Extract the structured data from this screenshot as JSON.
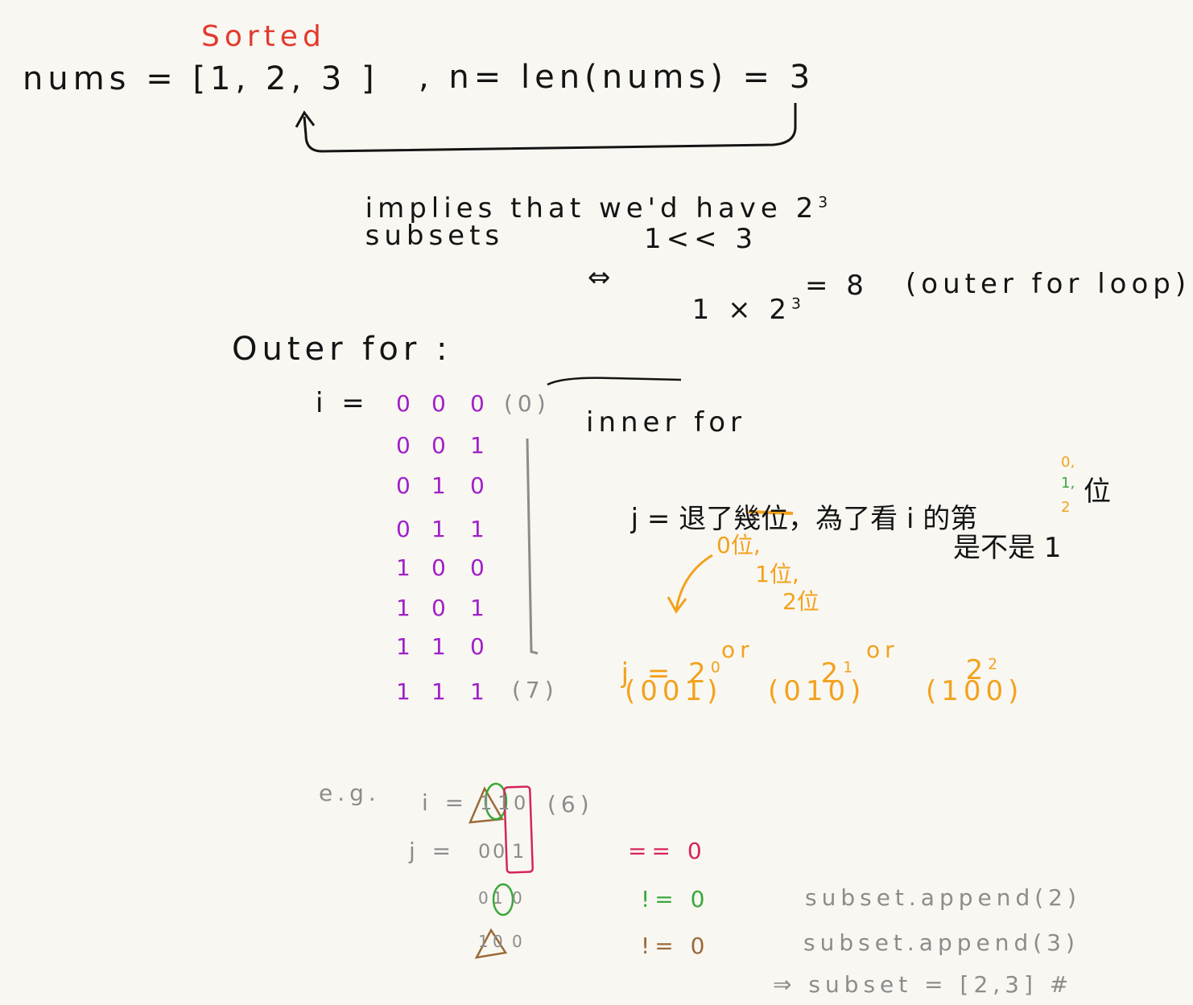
{
  "header": {
    "sorted_label": "Sorted",
    "nums_line": "nums = [1, 2, 3 ]",
    "n_line": ", n= len(nums) = 3",
    "implies_text": "implies that we'd have 2",
    "implies_exp": "3",
    "subsets_word": "subsets"
  },
  "calc": {
    "shift": "1<< 3",
    "arrow": "⇔",
    "product": "1 × 2",
    "product_exp": "3",
    "result": "= 8",
    "note": "(outer for loop)"
  },
  "outer": {
    "title": "Outer for :",
    "i_label": "i =",
    "rows": [
      [
        "0",
        "0",
        "0"
      ],
      [
        "0",
        "0",
        "1"
      ],
      [
        "0",
        "1",
        "0"
      ],
      [
        "0",
        "1",
        "1"
      ],
      [
        "1",
        "0",
        "0"
      ],
      [
        "1",
        "0",
        "1"
      ],
      [
        "1",
        "1",
        "0"
      ],
      [
        "1",
        "1",
        "1"
      ]
    ],
    "first_note": "(0)",
    "last_note": "(7)"
  },
  "inner": {
    "title": "inner for",
    "j_desc": "j = 退了幾位，為了看 i 的第",
    "idx_top": "0,",
    "idx_mid": "1,",
    "idx_bot": "2",
    "j_desc_end": "位",
    "j_desc_2": "是不是 1",
    "pos_0": "0位,",
    "pos_1": "1位,",
    "pos_2": "2位",
    "j_eq": "j = 2",
    "exp0": "0",
    "or1": "or",
    "two1": "2",
    "exp1": "1",
    "or2": "or",
    "two2": "2",
    "exp2": "2",
    "bin0": "(001)",
    "bin1": "(010)",
    "bin2": "(100)"
  },
  "example": {
    "eg": "e.g.",
    "i_eq": "i =",
    "i_bits": [
      "1",
      "1",
      "0"
    ],
    "i_dec": "(6)",
    "j_eq": "j =",
    "j_rows": [
      [
        "0",
        "0",
        "1"
      ],
      [
        "0",
        "1",
        "0"
      ],
      [
        "1",
        "0",
        "0"
      ]
    ],
    "res0": "== 0",
    "res1": "!= 0",
    "res2": "!= 0",
    "append1": "subset.append(2)",
    "append2": "subset.append(3)",
    "final": "⇒ subset = [2,3] #"
  },
  "colors": {
    "ink": "#141414",
    "red": "#e23b2e",
    "purple": "#a020c8",
    "orange": "#f2a21c",
    "gray": "#8c8c8c",
    "crimson": "#d6245a",
    "green": "#3aa83a",
    "brown": "#9a6a3a"
  }
}
